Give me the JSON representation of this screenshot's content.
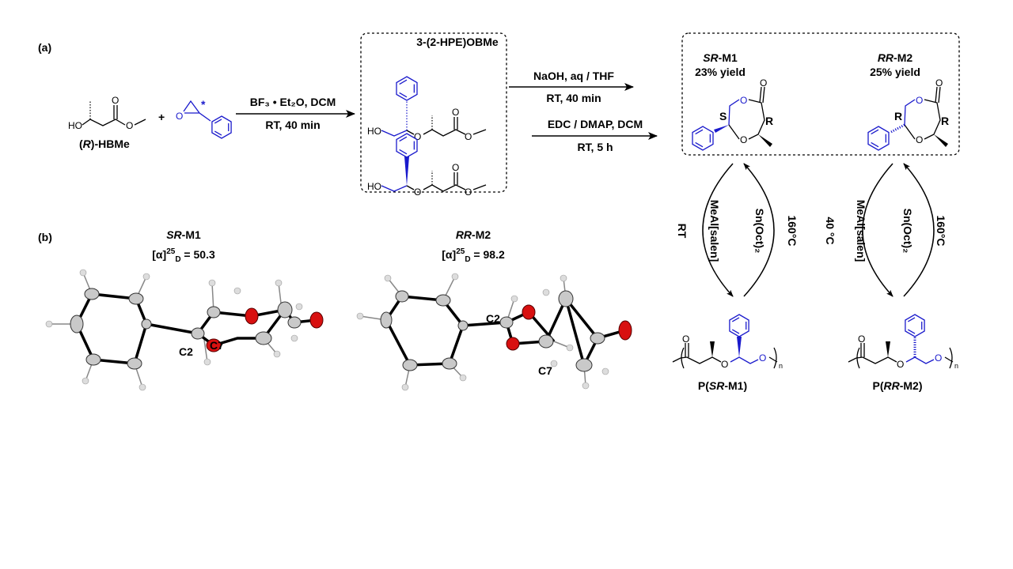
{
  "panel_labels": {
    "a": "(a)",
    "b": "(b)"
  },
  "reactants": {
    "hbme_label_open": "(",
    "hbme_label_R": "R",
    "hbme_label_rest": ")-HBMe",
    "plus": "+",
    "star": "*",
    "atoms": {
      "HO": "HO",
      "O": "O"
    }
  },
  "step1": {
    "reagent": "BF₃ • Et₂O, DCM",
    "condition": "RT, 40 min"
  },
  "intermediate": {
    "title": "3-(2-HPE)OBMe"
  },
  "step2": {
    "reagent": "NaOH, aq / THF",
    "condition": "RT, 40 min"
  },
  "step3": {
    "reagent": "EDC / DMAP, DCM",
    "condition": "RT, 5 h"
  },
  "monomers": [
    {
      "name_italic": "SR",
      "name_rest": "-M1",
      "yield": "23% yield",
      "stereo1": "S",
      "stereo2": "R"
    },
    {
      "name_italic": "RR",
      "name_rest": "-M2",
      "yield": "25% yield",
      "stereo1": "R",
      "stereo2": "R"
    }
  ],
  "polymerization": [
    {
      "temp_rop": "RT",
      "catalyst_rop": "MeAl[salen]",
      "catalyst_dep": "Sn(Oct)₂",
      "temp_dep": "160°C"
    },
    {
      "temp_rop": "40 °C",
      "catalyst_rop": "MeAl[salen]",
      "catalyst_dep": "Sn(Oct)₂",
      "temp_dep": "160°C"
    }
  ],
  "polymers": [
    {
      "prefix": "P(",
      "italic": "SR",
      "rest": "-M1)",
      "n": "n"
    },
    {
      "prefix": "P(",
      "italic": "RR",
      "rest": "-M2)",
      "n": "n"
    }
  ],
  "crystal": [
    {
      "name_italic": "SR",
      "name_rest": "-M1",
      "rot_prefix": "[α]",
      "rot_sup": "25",
      "rot_sub": "D",
      "rot_value": " = 50.3",
      "atom_c2": "C2",
      "atom_c7": "C7"
    },
    {
      "name_italic": "RR",
      "name_rest": "-M2",
      "rot_prefix": "[α]",
      "rot_sup": "25",
      "rot_sub": "D",
      "rot_value": " = 98.2",
      "atom_c2": "C2",
      "atom_c7": "C7"
    }
  ],
  "colors": {
    "highlight": "#1a1acc",
    "oxygen": "#d81010"
  }
}
